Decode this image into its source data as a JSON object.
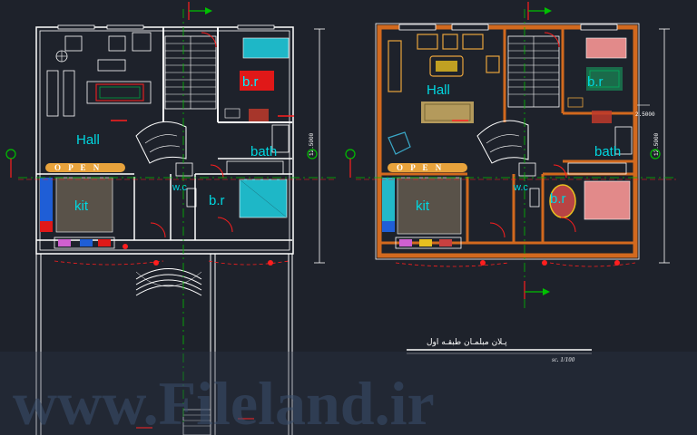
{
  "drawing": {
    "left_plan": {
      "hall": "Hall",
      "br_top": "b.r",
      "bath": "bath",
      "wc": "w.c",
      "br_bottom": "b.r",
      "kit": "kit",
      "open": "O P E N",
      "dimension": "12.5000"
    },
    "right_plan": {
      "hall": "Hall",
      "br_top": "b.r",
      "bath": "bath",
      "wc": "w.c",
      "br_bottom": "b.r",
      "kit": "kit",
      "open": "O P E N",
      "dimension": "12.5000",
      "small_dimension": "2.5000"
    },
    "title": "پـلان  مبلمـان  طبقـه اول",
    "scale": "sc. 1/100"
  },
  "watermark": "www.Fileland.ir",
  "colors": {
    "background": "#1e222b",
    "wall_outline": "#ffffff",
    "wall_fill_brick": "#d2691e",
    "room_label": "#00d7e0",
    "axis_green": "#00c000",
    "marker_red": "#ff1e1e",
    "furniture_orange": "#e8a33c",
    "door_red": "#ff1e1e"
  }
}
